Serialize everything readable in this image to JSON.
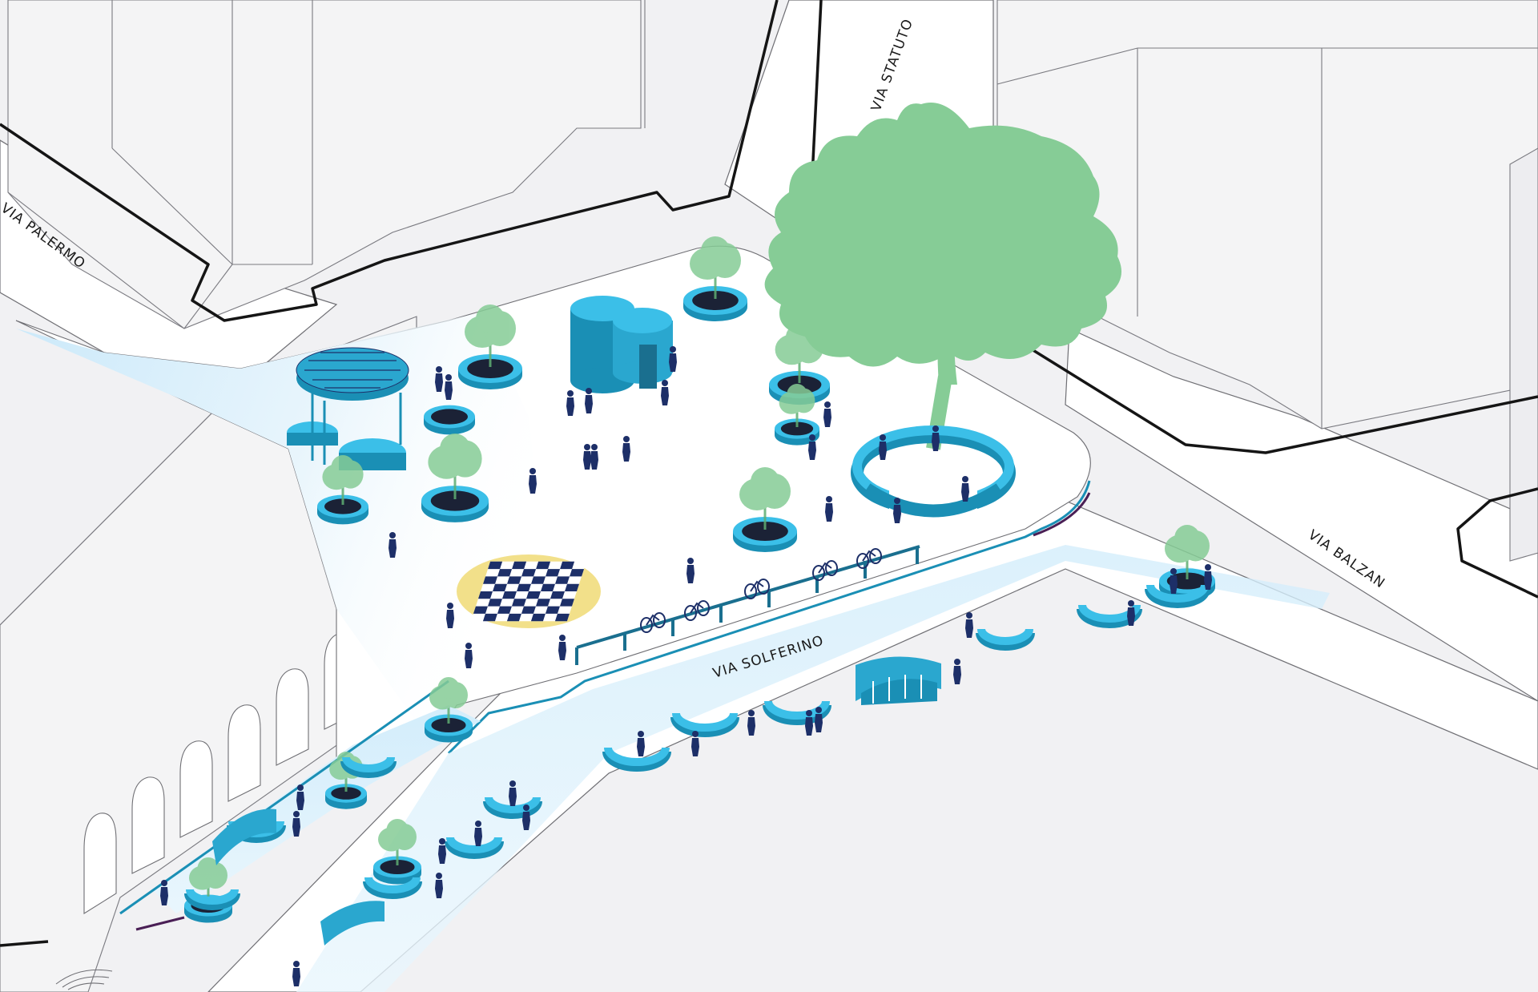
{
  "streets": {
    "via_palermo": "VIA PALERMO",
    "via_statuto": "VIA STATUTO",
    "via_balzan": "VIA BALZAN",
    "via_solferino": "VIA SOLFERINO"
  },
  "colors": {
    "ground": "#f1f1f3",
    "road": "#ffffff",
    "building_roof": "#f3f3f4",
    "building_wall": "#e9e9ec",
    "outline": "#6f6f74",
    "curb": "#151515",
    "plaza_blue": "#d2ecfa",
    "element_cyan": "#3bbfe8",
    "element_dark": "#1a8fb5",
    "planter_soil": "#1b2236",
    "tree_green": "#86cc96",
    "person_navy": "#1d2f68",
    "chess_pad": "#f2e08a",
    "chess_dark": "#1d2f68"
  }
}
